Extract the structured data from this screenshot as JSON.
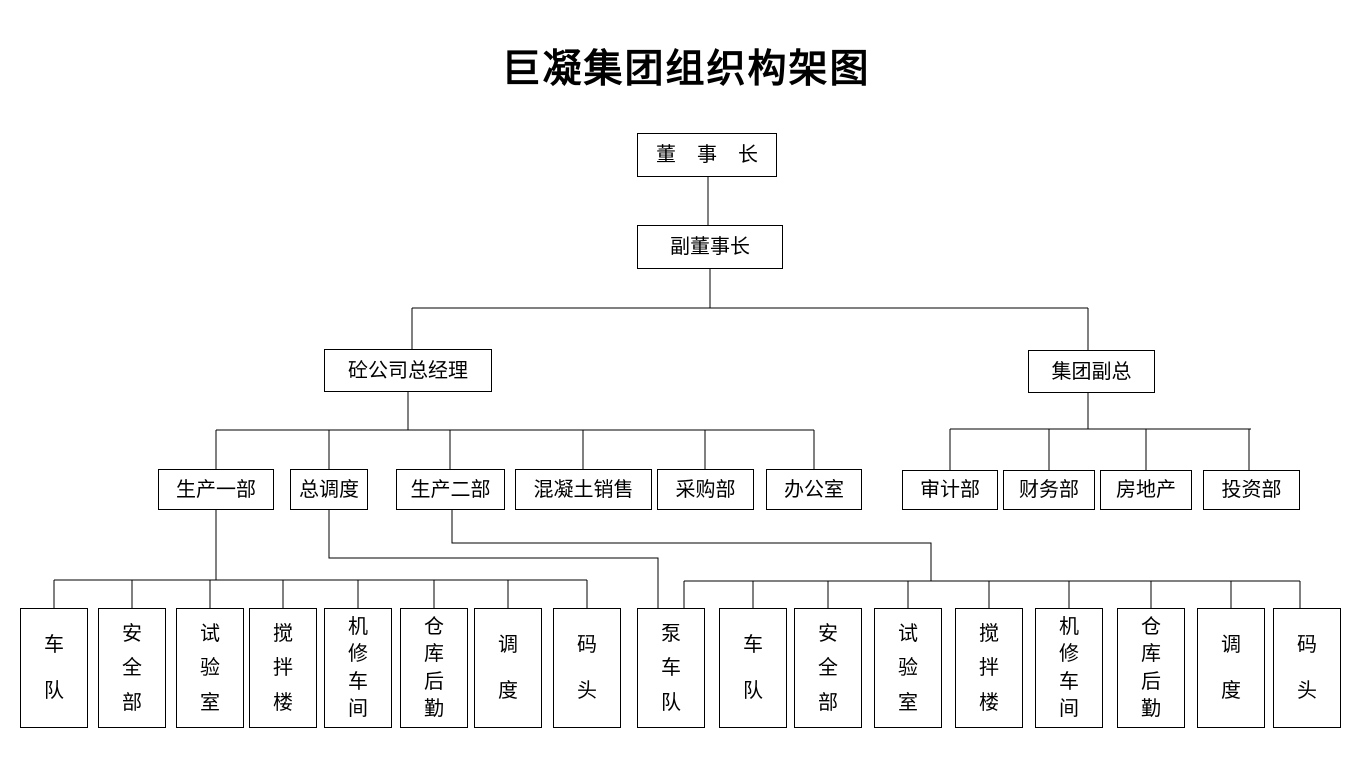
{
  "title": "巨凝集团组织构架图",
  "org": {
    "chairman": "董 事 长",
    "vice_chairman": "副董事长",
    "branches": [
      {
        "label": "砼公司总经理",
        "children": [
          "生产一部",
          "总调度",
          "生产二部",
          "混凝土销售",
          "采购部",
          "办公室"
        ]
      },
      {
        "label": "集团副总",
        "children": [
          "审计部",
          "财务部",
          "房地产",
          "投资部"
        ]
      }
    ],
    "left_depts": [
      "车队",
      "安全部",
      "试验室",
      "搅拌楼",
      "机修车间",
      "仓库后勤",
      "调度",
      "码头"
    ],
    "right_depts": [
      "泵车队",
      "车队",
      "安全部",
      "试验室",
      "搅拌楼",
      "机修车间",
      "仓库后勤",
      "调度",
      "码头"
    ],
    "line_color": "#000000",
    "box_background": "#ffffff"
  }
}
